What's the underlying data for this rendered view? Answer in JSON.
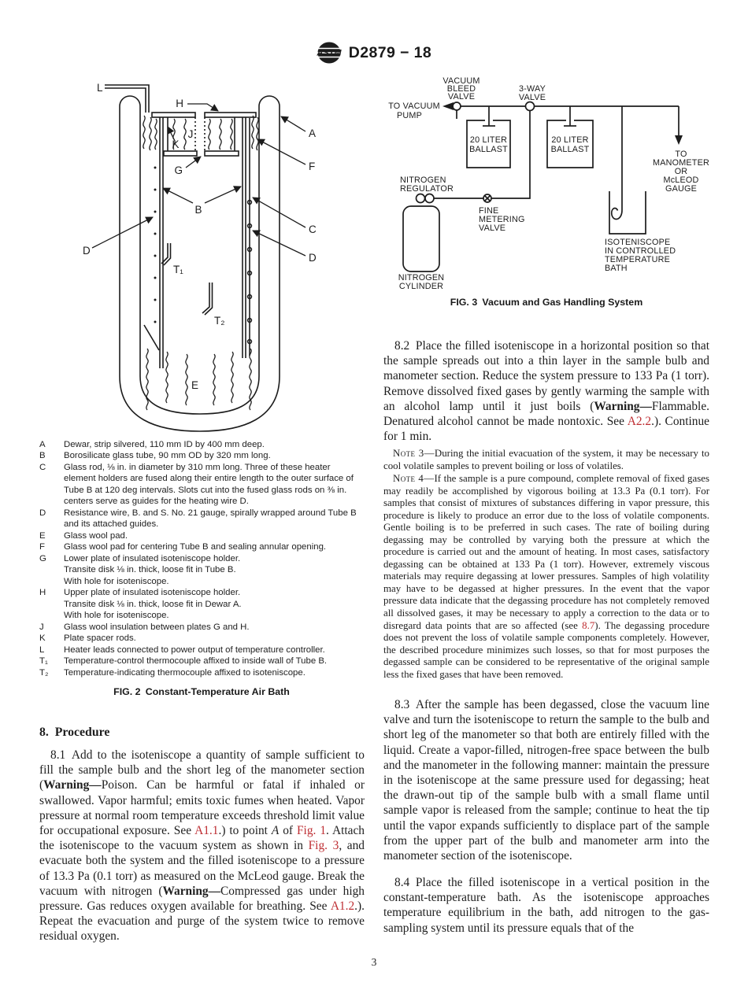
{
  "header": {
    "logo_text": "ASTM",
    "doc_number": "D2879 − 18"
  },
  "page_number": "3",
  "colors": {
    "link_red": "#be2d32",
    "ink": "#1c1c1c"
  },
  "fig2": {
    "caption": "FIG. 2 Constant-Temperature Air Bath",
    "labels": {
      "A": "A",
      "B": "B",
      "C": "C",
      "D": "D",
      "E": "E",
      "F": "F",
      "G": "G",
      "H": "H",
      "J": "J",
      "K": "K",
      "L": "L",
      "T1": "T₁",
      "T2": "T₂"
    },
    "legend": [
      {
        "key": "A",
        "text": "Dewar, strip silvered, 110 mm ID by 400 mm deep."
      },
      {
        "key": "B",
        "text": "Borosilicate glass tube, 90 mm OD by 320 mm long."
      },
      {
        "key": "C",
        "text": "Glass rod, ⅛ in. in diameter by 310 mm long. Three of these heater element holders are fused along their entire length to the outer surface of Tube B at 120 deg intervals. Slots cut into the fused glass rods on ⅜ in. centers serve as guides for the heating wire D."
      },
      {
        "key": "D",
        "text": "Resistance wire, B. and S. No. 21 gauge, spirally wrapped around Tube B and its attached guides."
      },
      {
        "key": "E",
        "text": "Glass wool pad."
      },
      {
        "key": "F",
        "text": "Glass wool pad for centering Tube B and sealing annular opening."
      },
      {
        "key": "G",
        "text": "Lower plate of insulated isoteniscope holder.\nTransite disk ⅛ in. thick, loose fit in Tube B.\nWith hole for isoteniscope."
      },
      {
        "key": "H",
        "text": "Upper plate of insulated isoteniscope holder.\nTransite disk ⅛ in. thick, loose fit in Dewar A.\nWith hole for isoteniscope."
      },
      {
        "key": "J",
        "text": "Glass wool insulation between plates G and H."
      },
      {
        "key": "K",
        "text": "Plate spacer rods."
      },
      {
        "key": "L",
        "text": "Heater leads connected to power output of temperature controller."
      },
      {
        "key": "T₁",
        "text": "Temperature-control thermocouple affixed to inside wall of Tube B."
      },
      {
        "key": "T₂",
        "text": "Temperature-indicating thermocouple affixed to isoteniscope."
      }
    ]
  },
  "fig3": {
    "caption": "FIG. 3 Vacuum and Gas Handling System",
    "labels": {
      "to_vacuum_pump": [
        "TO VACUUM",
        "PUMP"
      ],
      "vacuum_bleed_valve": [
        "VACUUM",
        "BLEED",
        "VALVE"
      ],
      "three_way_valve": [
        "3-WAY",
        "VALVE"
      ],
      "ballast": [
        "20 LITER",
        "BALLAST"
      ],
      "to_manometer": [
        "TO",
        "MANOMETER",
        "OR",
        "McLEOD",
        "GAUGE"
      ],
      "nitrogen_regulator": [
        "NITROGEN",
        "REGULATOR"
      ],
      "fine_metering_valve": [
        "FINE",
        "METERING",
        "VALVE"
      ],
      "nitrogen_cylinder": [
        "NITROGEN",
        "CYLINDER"
      ],
      "isoteniscope_bath": [
        "ISOTENISCOPE",
        "IN CONTROLLED",
        "TEMPERATURE",
        "BATH"
      ]
    }
  },
  "procedure": {
    "heading": "8. Procedure",
    "p81": [
      {
        "t": "8.1 Add to the isoteniscope a quantity of sample sufficient to fill the sample bulb and the short leg of the manometer section ("
      },
      {
        "t": "Warning—",
        "s": "b"
      },
      {
        "t": "Poison. Can be harmful or fatal if inhaled or swallowed. Vapor harmful; emits toxic fumes when heated. Vapor pressure at normal room temperature exceeds threshold limit value for occupational exposure. See "
      },
      {
        "t": "A1.1",
        "s": "link"
      },
      {
        "t": ".) to point "
      },
      {
        "t": "A",
        "s": "i"
      },
      {
        "t": " of "
      },
      {
        "t": "Fig. 1",
        "s": "link"
      },
      {
        "t": ". Attach the isoteniscope to the vacuum system as shown in "
      },
      {
        "t": "Fig. 3",
        "s": "link"
      },
      {
        "t": ", and evacuate both the system and the filled isoteniscope to a pressure of 13.3 Pa (0.1 torr) as measured on the McLeod gauge. Break the vacuum with nitrogen ("
      },
      {
        "t": "Warning—",
        "s": "b"
      },
      {
        "t": "Compressed gas under high pressure. Gas reduces oxygen available for breathing. See "
      },
      {
        "t": "A1.2",
        "s": "link"
      },
      {
        "t": ".). Repeat the evacuation and purge of the system twice to remove residual oxygen."
      }
    ],
    "p82": [
      {
        "t": "8.2 Place the filled isoteniscope in a horizontal position so that the sample spreads out into a thin layer in the sample bulb and manometer section. Reduce the system pressure to 133 Pa (1 torr). Remove dissolved fixed gases by gently warming the sample with an alcohol lamp until it just boils ("
      },
      {
        "t": "Warning—",
        "s": "b"
      },
      {
        "t": "Flammable. Denatured alcohol cannot be made nontoxic. See "
      },
      {
        "t": "A2.2",
        "s": "link"
      },
      {
        "t": ".). Continue for 1 min."
      }
    ],
    "note3": [
      {
        "t": "Note 3—",
        "s": "sc"
      },
      {
        "t": "During the initial evacuation of the system, it may be necessary to cool volatile samples to prevent boiling or loss of volatiles."
      }
    ],
    "note4": [
      {
        "t": "Note 4—",
        "s": "sc"
      },
      {
        "t": "If the sample is a pure compound, complete removal of fixed gases may readily be accomplished by vigorous boiling at 13.3 Pa (0.1 torr). For samples that consist of mixtures of substances differing in vapor pressure, this procedure is likely to produce an error due to the loss of volatile components. Gentle boiling is to be preferred in such cases. The rate of boiling during degassing may be controlled by varying both the pressure at which the procedure is carried out and the amount of heating. In most cases, satisfactory degassing can be obtained at 133 Pa (1 torr). However, extremely viscous materials may require degassing at lower pressures. Samples of high volatility may have to be degassed at higher pressures. In the event that the vapor pressure data indicate that the degassing procedure has not completely removed all dissolved gases, it may be necessary to apply a correction to the data or to disregard data points that are so affected (see "
      },
      {
        "t": "8.7",
        "s": "link"
      },
      {
        "t": "). The degassing procedure does not prevent the loss of volatile sample components completely. However, the described procedure minimizes such losses, so that for most purposes the degassed sample can be considered to be representative of the original sample less the fixed gases that have been removed."
      }
    ],
    "p83": [
      {
        "t": "8.3 After the sample has been degassed, close the vacuum line valve and turn the isoteniscope to return the sample to the bulb and short leg of the manometer so that both are entirely filled with the liquid. Create a vapor-filled, nitrogen-free space between the bulb and the manometer in the following manner: maintain the pressure in the isoteniscope at the same pressure used for degassing; heat the drawn-out tip of the sample bulb with a small flame until sample vapor is released from the sample; continue to heat the tip until the vapor expands sufficiently to displace part of the sample from the upper part of the bulb and manometer arm into the manometer section of the isoteniscope."
      }
    ],
    "p84": [
      {
        "t": "8.4 Place the filled isoteniscope in a vertical position in the constant-temperature bath. As the isoteniscope approaches temperature equilibrium in the bath, add nitrogen to the gas-sampling system until its pressure equals that of the"
      }
    ]
  }
}
